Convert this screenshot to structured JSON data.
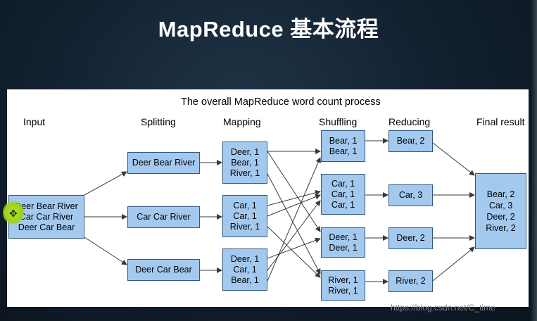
{
  "slide": {
    "title": "MapReduce 基本流程"
  },
  "diagram": {
    "title": "The overall MapReduce word count process",
    "stages": [
      "Input",
      "Splitting",
      "Mapping",
      "Shuffling",
      "Reducing",
      "Final result"
    ],
    "input": [
      "Deer Bear River",
      "Car Car River",
      "Deer Car Bear"
    ],
    "splits": [
      "Deer Bear River",
      "Car Car River",
      "Deer Car Bear"
    ],
    "mappings": [
      [
        "Deer, 1",
        "Bear, 1",
        "River, 1"
      ],
      [
        "Car, 1",
        "Car, 1",
        "River, 1"
      ],
      [
        "Deer, 1",
        "Car, 1",
        "Bear, 1"
      ]
    ],
    "shuffles": [
      [
        "Bear, 1",
        "Bear, 1"
      ],
      [
        "Car, 1",
        "Car, 1",
        "Car, 1"
      ],
      [
        "Deer, 1",
        "Deer, 1"
      ],
      [
        "River, 1",
        "River, 1"
      ]
    ],
    "reduces": [
      "Bear, 2",
      "Car, 3",
      "Deer, 2",
      "River, 2"
    ],
    "final": [
      "Bear, 2",
      "Car, 3",
      "Deer, 2",
      "River, 2"
    ],
    "colors": {
      "box_fill": "#a4c9ef",
      "box_border": "#355a80",
      "arrow": "#3a3a3a"
    }
  },
  "watermark": "https://blog.csdn.net/C_time"
}
